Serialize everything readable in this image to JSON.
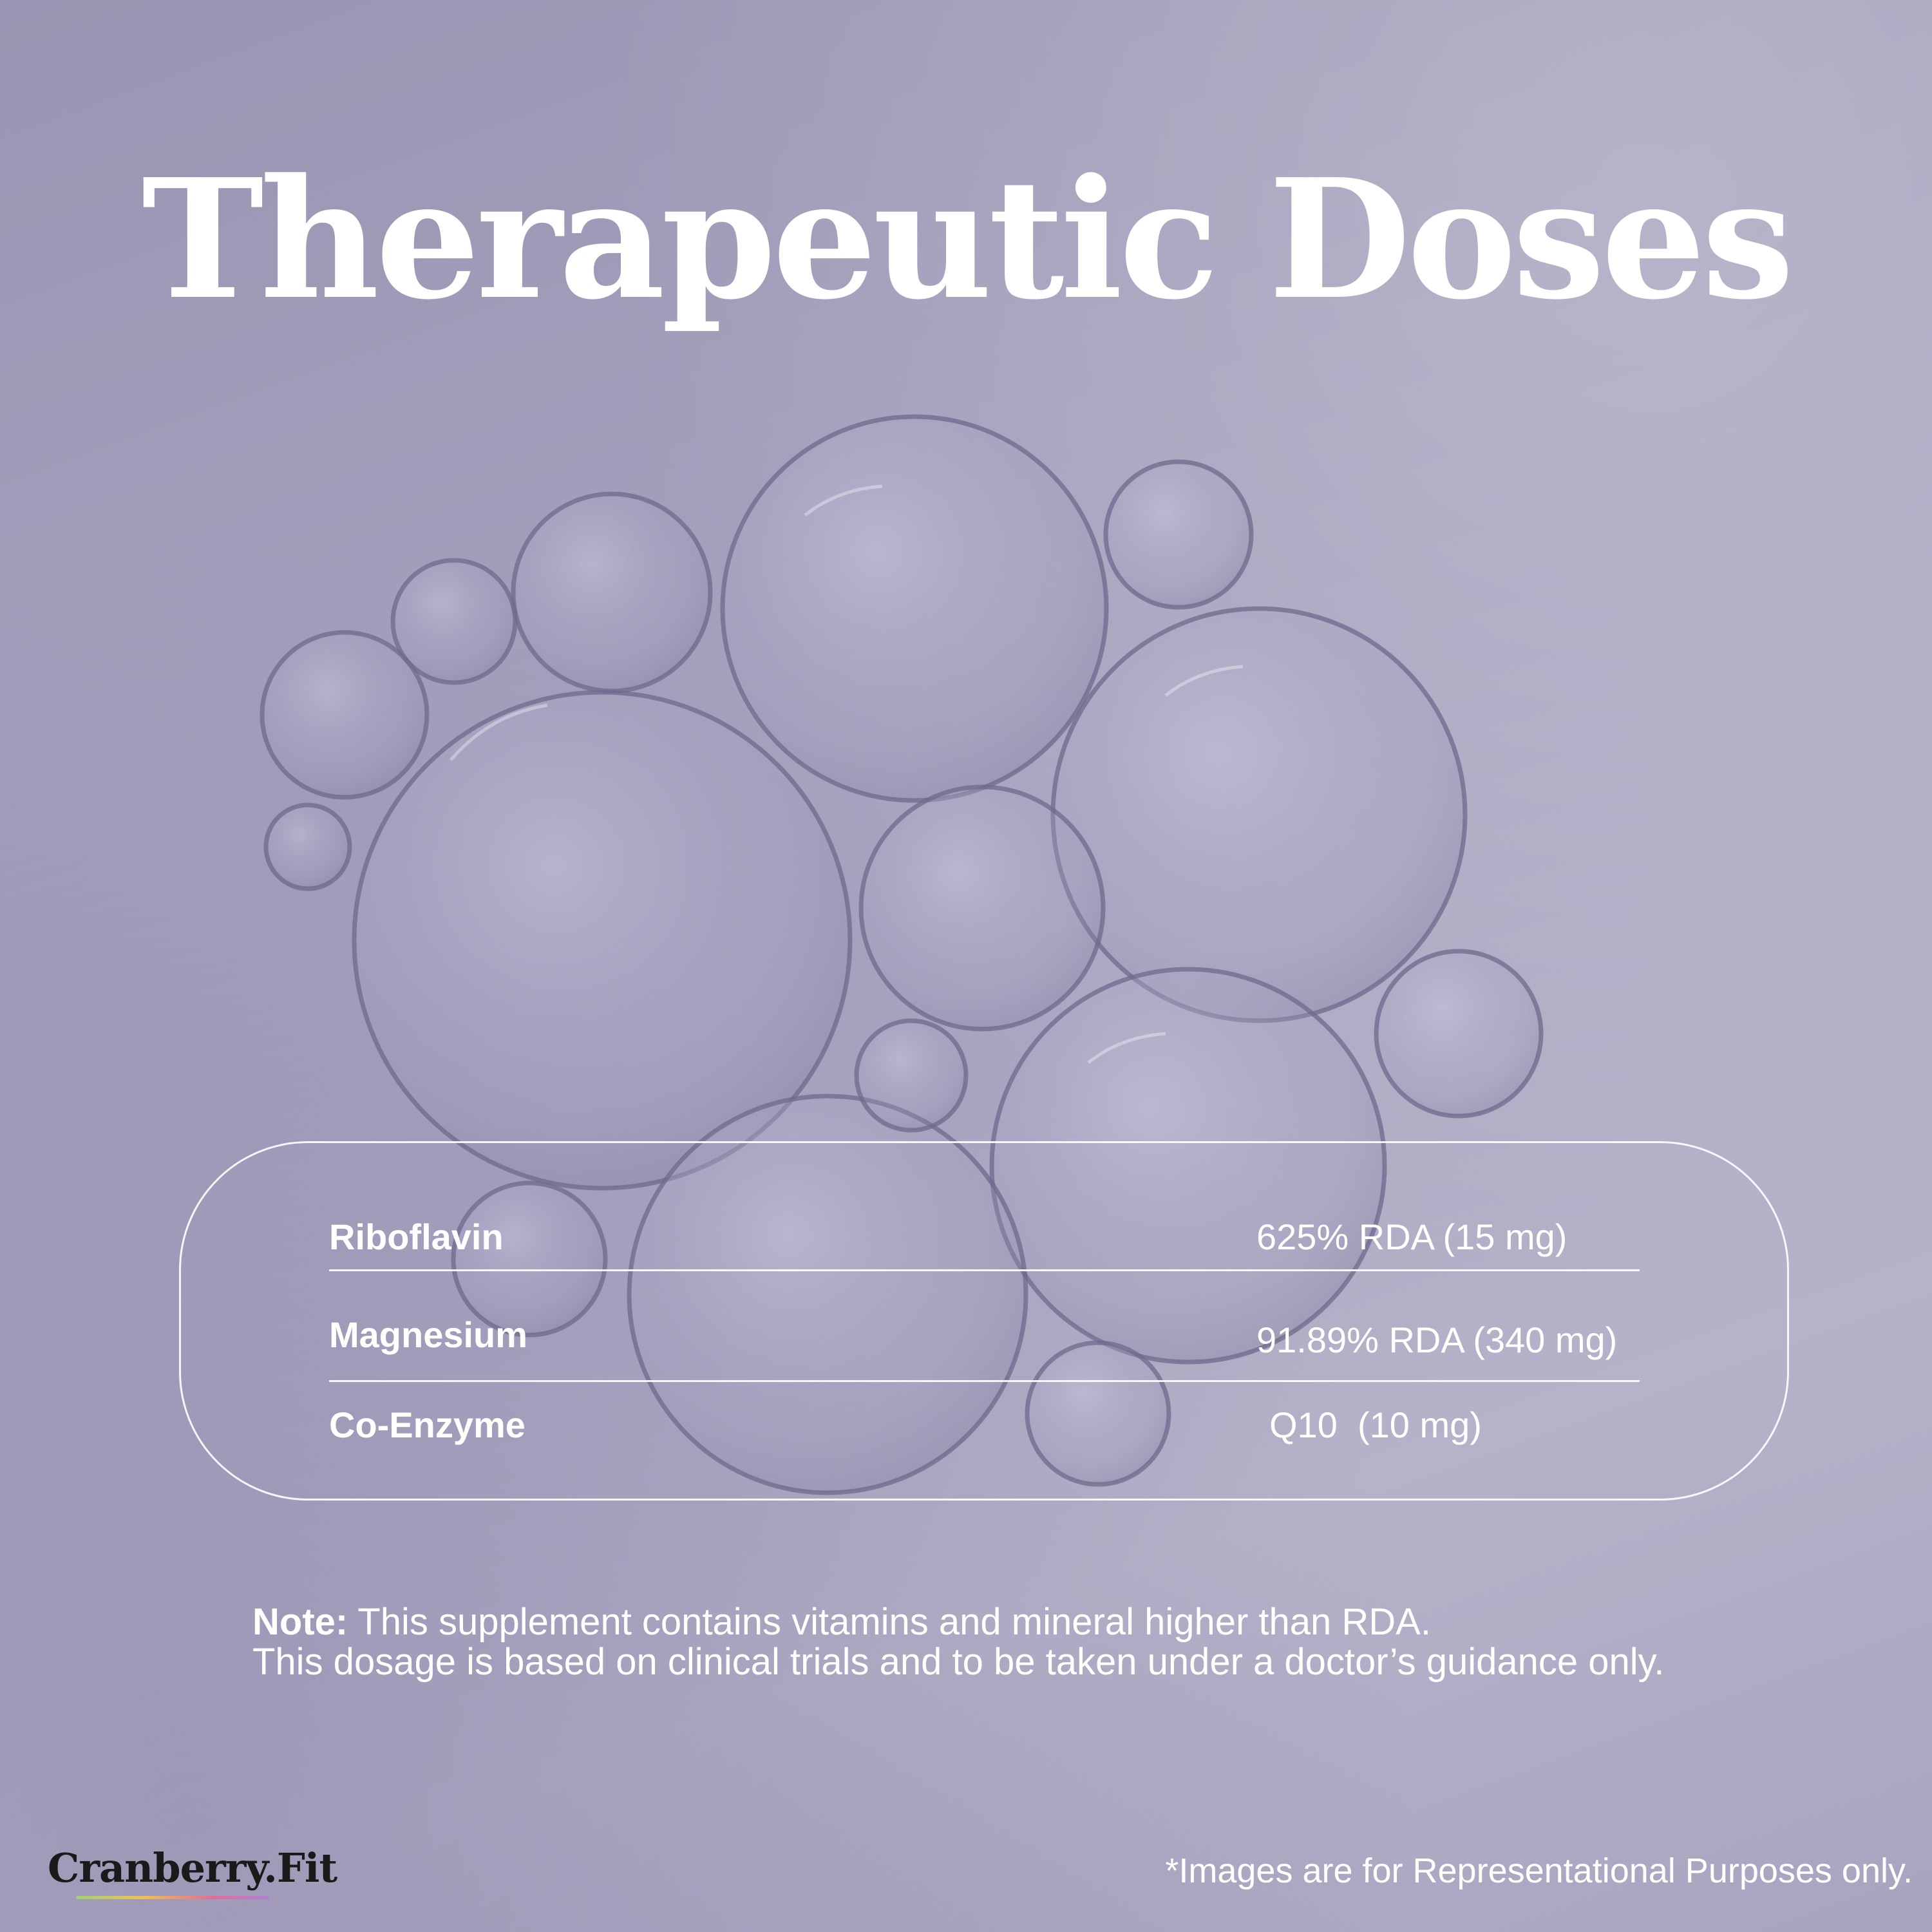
{
  "title": "Therapeutic Doses",
  "doses": [
    {
      "name": "Riboflavin",
      "value": "625% RDA (15 mg)"
    },
    {
      "name": "Magnesium",
      "value": "91.89% RDA (340 mg)"
    },
    {
      "name": "Co-Enzyme",
      "value": "Q10  (10 mg)"
    }
  ],
  "note": {
    "label": "Note:",
    "line1": " This supplement contains vitamins and mineral higher than RDA.",
    "line2": "This dosage is based on clinical trials and to be taken under a doctor’s guidance only."
  },
  "brand": "Cranberry.Fit",
  "disclaimer": "*Images are for Representational Purposes only.",
  "colors": {
    "background": "#a7a3bf",
    "text": "#ffffff",
    "brand_text": "#1a1a1a"
  }
}
